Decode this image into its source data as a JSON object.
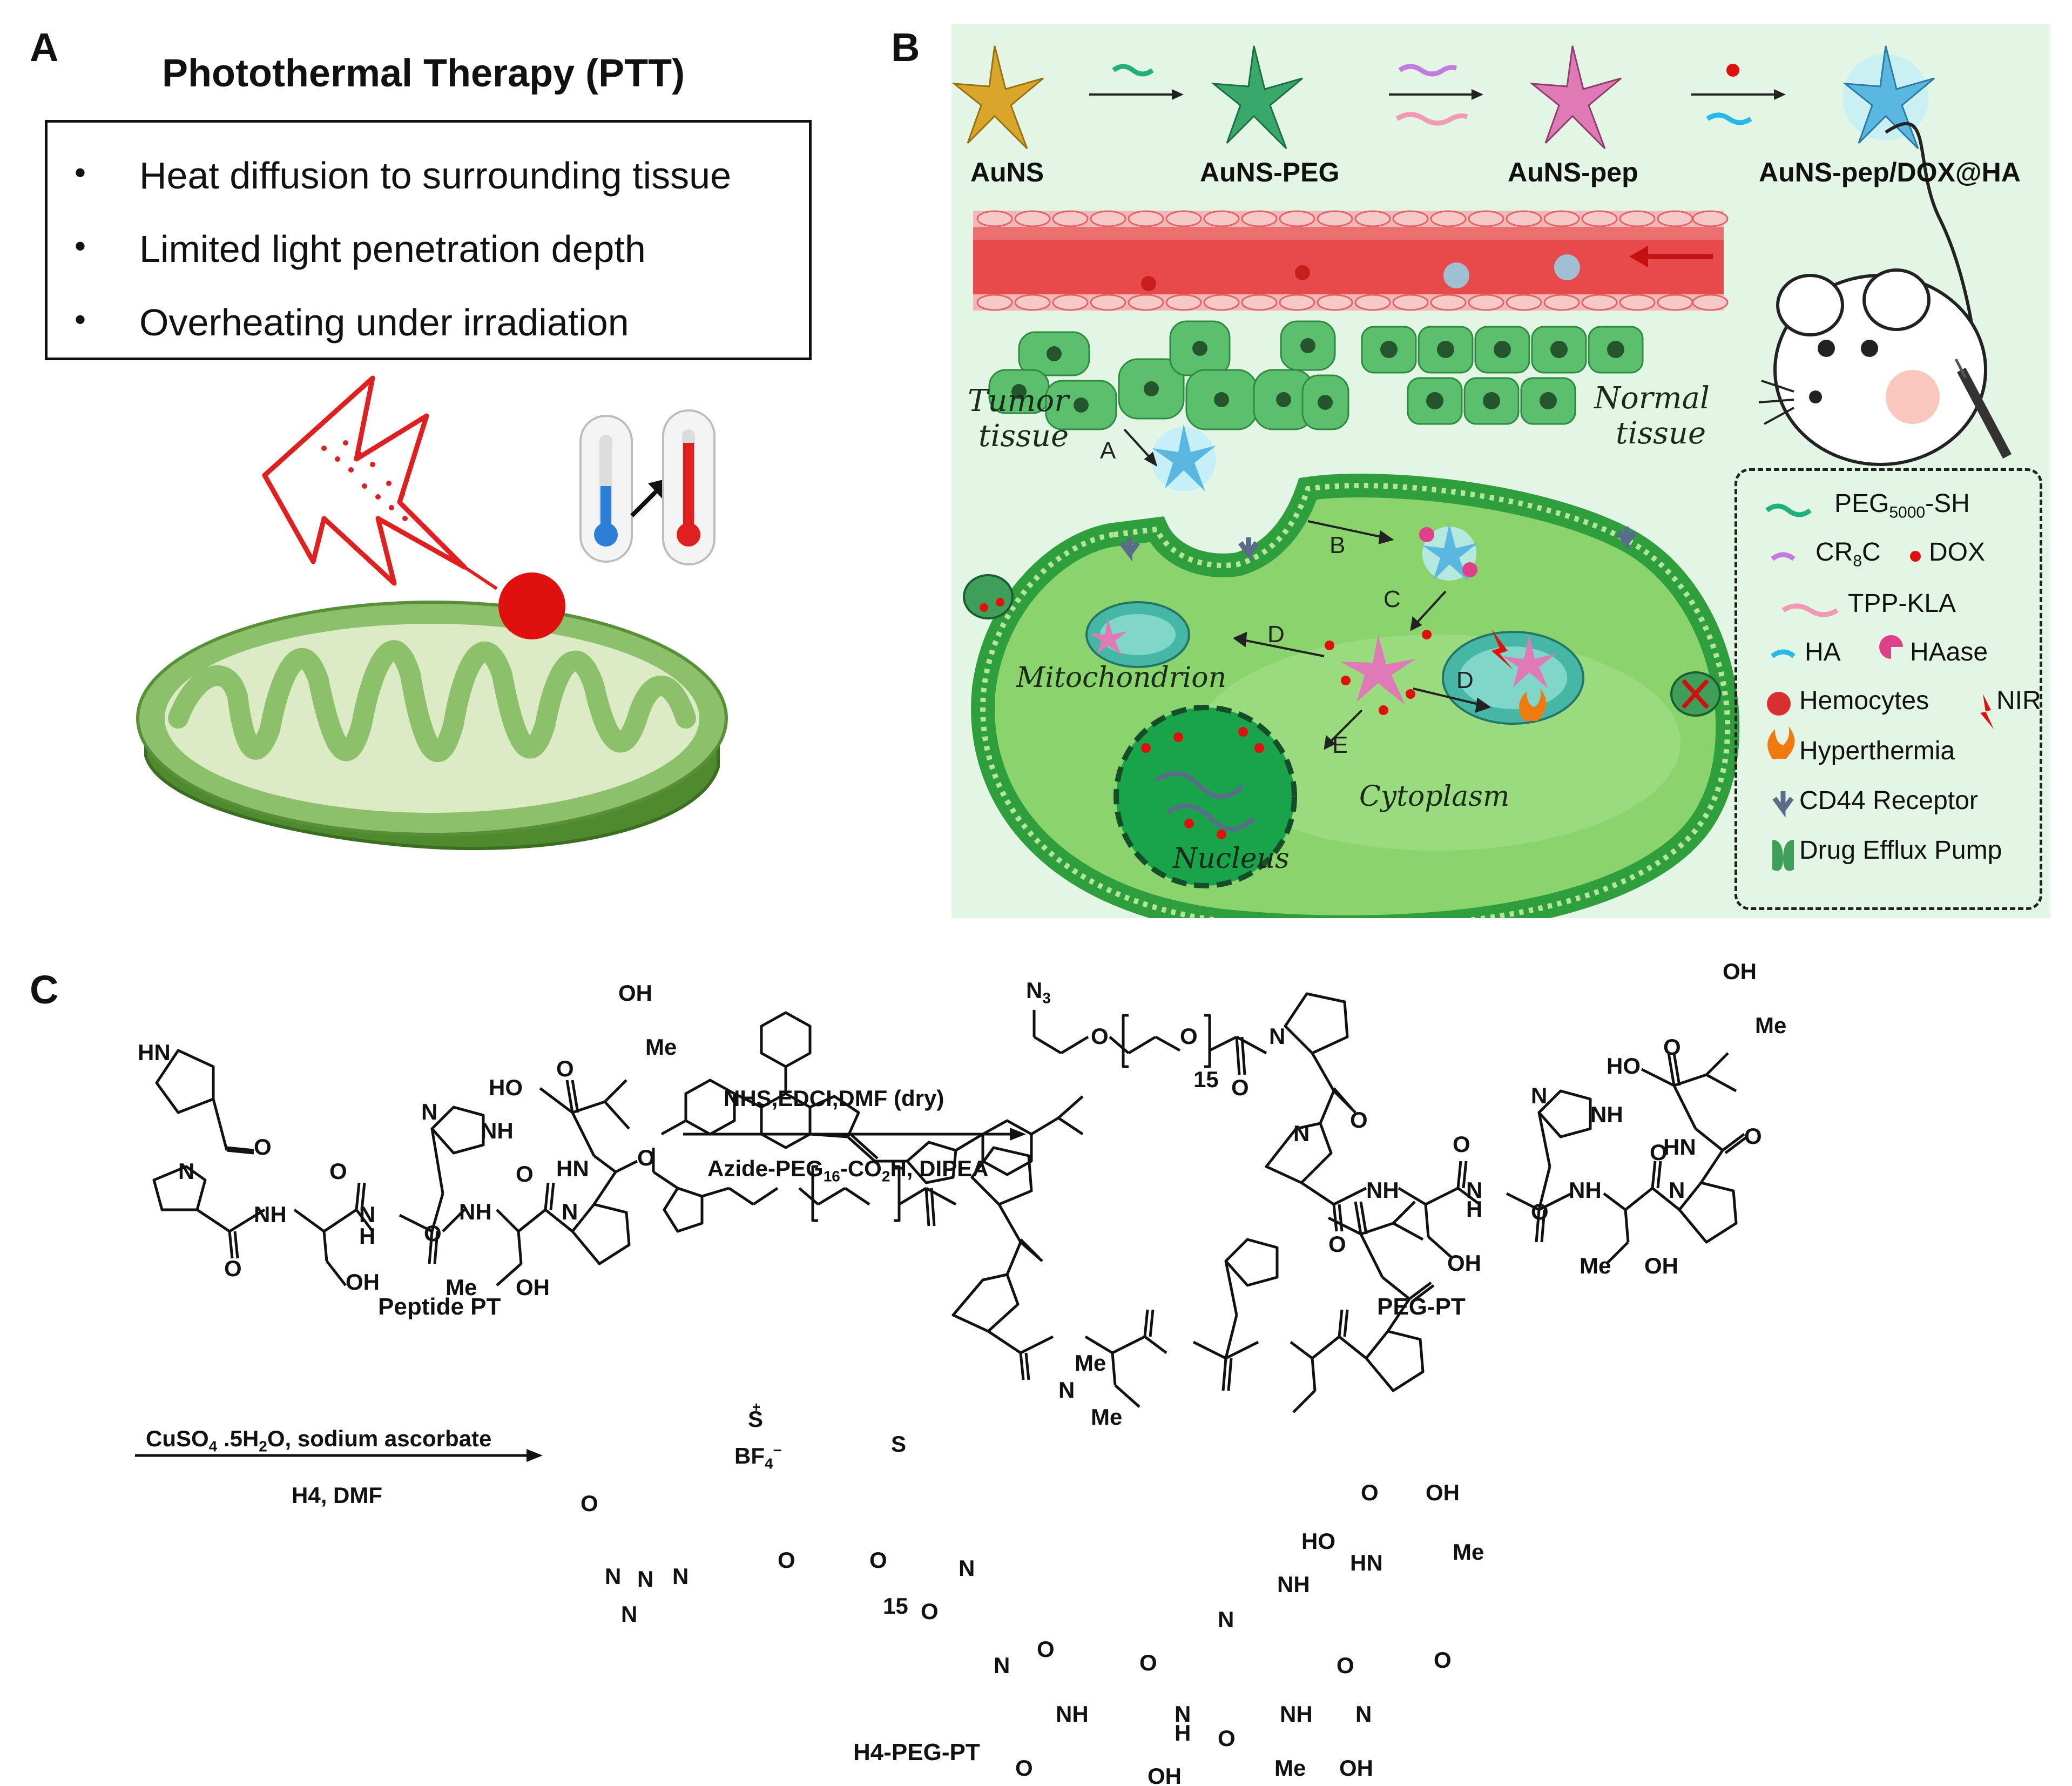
{
  "panel_labels": {
    "a": "A",
    "b": "B",
    "c": "C"
  },
  "panel_a": {
    "title": "Photothermal Therapy (PTT)",
    "bullets": [
      "Heat diffusion to surrounding tissue",
      "Limited light penetration depth",
      "Overheating under irradiation"
    ],
    "bullet_glyph": "•"
  },
  "panel_b": {
    "stages": [
      "AuNS",
      "AuNS-PEG",
      "AuNS-pep",
      "AuNS-pep/DOX@HA"
    ],
    "tissue": {
      "tumor_1": "Tumor",
      "tumor_2": "tissue",
      "normal_1": "Normal",
      "normal_2": "tissue"
    },
    "compartments": {
      "mitochondrion": "Mitochondrion",
      "cytoplasm": "Cytoplasm",
      "nucleus": "Nucleus"
    },
    "steps": [
      "A",
      "B",
      "C",
      "D",
      "D",
      "E"
    ],
    "legend": {
      "peg": "PEG",
      "peg_sub": "5000",
      "peg_suffix": "-SH",
      "cr8c": "CR",
      "cr8c_sub": "8",
      "cr8c_suffix": "C",
      "dox": "DOX",
      "tpp": "TPP-KLA",
      "ha": "HA",
      "haase": "HAase",
      "hemocytes": "Hemocytes",
      "nir": "NIR",
      "hyperthermia": "Hyperthermia",
      "cd44": "CD44 Receptor",
      "pump": "Drug Efflux Pump"
    },
    "colors": {
      "background": "#e3f6e5",
      "vessel": "#e8494b",
      "cell": "#3fae55",
      "membrane": "#2f9e3d"
    }
  },
  "panel_c": {
    "step1_top": "NHS,EDCI,DMF (dry)",
    "step1_bottom_a": "Azide-PEG",
    "step1_bottom_sub": "16",
    "step1_bottom_b": "-CO",
    "step1_bottom_sub2": "2",
    "step1_bottom_c": "H, DIPEA",
    "step2_top_a": "CuSO",
    "step2_top_sub": "4",
    "step2_top_b": " .5H",
    "step2_top_sub2": "2",
    "step2_top_c": "O, sodium ascorbate",
    "step2_bottom": "H4, DMF",
    "names": {
      "peptide": "Peptide PT",
      "peg_pt": "PEG-PT",
      "h4": "H4-PEG-PT"
    },
    "atoms": {
      "HN": "HN",
      "H": "H",
      "N": "N",
      "NH": "NH",
      "O": "O",
      "OH": "OH",
      "HO": "HO",
      "Me": "Me",
      "N3": "N",
      "N3_sub": "3",
      "S": "S",
      "S_plus": "S",
      "n15": "15",
      "BF4": "BF",
      "BF4_sub": "4",
      "BF4_sup": "−"
    }
  }
}
